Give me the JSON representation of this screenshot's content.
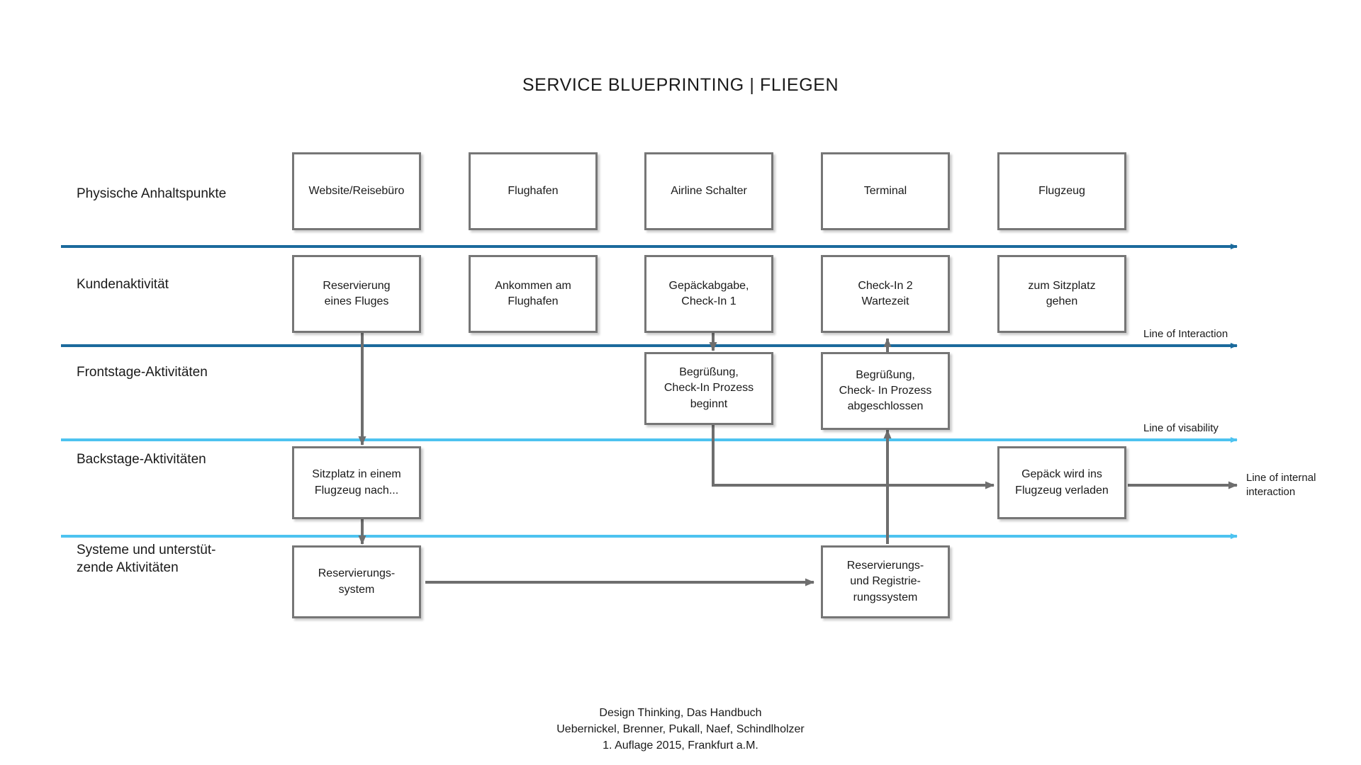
{
  "title": "SERVICE BLUEPRINTING | FLIEGEN",
  "colors": {
    "line_of_interaction": "#1b6a9c",
    "line_of_visibility": "#4dc3f0",
    "line_of_internal_interaction": "#6e6e6e",
    "box_border": "#767676",
    "connector": "#6e6e6e",
    "text": "#1a1a1a",
    "background": "#ffffff"
  },
  "rows": [
    {
      "id": "physical-evidence",
      "label": "Physische Anhaltspunkte"
    },
    {
      "id": "customer-activity",
      "label": "Kundenaktivität"
    },
    {
      "id": "frontstage",
      "label": "Frontstage-Aktivitäten"
    },
    {
      "id": "backstage",
      "label": "Backstage-Aktivitäten"
    },
    {
      "id": "support-systems",
      "label": "Systeme und unterstüt-\nzende Aktivitäten"
    }
  ],
  "nodes": {
    "physical": [
      {
        "id": "website-reisebuero",
        "text": "Website/Reisebüro"
      },
      {
        "id": "flughafen",
        "text": "Flughafen"
      },
      {
        "id": "airline-schalter",
        "text": "Airline Schalter"
      },
      {
        "id": "terminal",
        "text": "Terminal"
      },
      {
        "id": "flugzeug",
        "text": "Flugzeug"
      }
    ],
    "customer": [
      {
        "id": "reservierung-eines-fluges",
        "text": "Reservierung\neines Fluges"
      },
      {
        "id": "ankommen-am-flughafen",
        "text": "Ankommen am\nFlughafen"
      },
      {
        "id": "gepaeckabgabe-checkin-1",
        "text": "Gepäckabgabe,\nCheck-In 1"
      },
      {
        "id": "checkin-2-wartezeit",
        "text": "Check-In 2\nWartezeit"
      },
      {
        "id": "zum-sitzplatz-gehen",
        "text": "zum Sitzplatz\ngehen"
      }
    ],
    "frontstage": [
      {
        "id": "begruessung-checkin-beginnt",
        "text": "Begrüßung,\nCheck-In Prozess\nbeginnt"
      },
      {
        "id": "begruessung-checkin-abgeschlossen",
        "text": "Begrüßung,\nCheck- In Prozess\nabgeschlossen"
      }
    ],
    "backstage": [
      {
        "id": "sitzplatz-in-einem-flugzeug",
        "text": "Sitzplatz in einem\nFlugzeug nach..."
      },
      {
        "id": "gepaeck-wird-verladen",
        "text": "Gepäck wird ins\nFlugzeug verladen"
      }
    ],
    "systems": [
      {
        "id": "reservierungssystem",
        "text": "Reservierungs-\nsystem"
      },
      {
        "id": "reservierungs-und-registrierungssystem",
        "text": "Reservierungs-\nund Registrie-\nrungssystem"
      }
    ]
  },
  "lines": [
    {
      "id": "top-divider",
      "label": ""
    },
    {
      "id": "line-of-interaction",
      "label": "Line of Interaction"
    },
    {
      "id": "line-of-visibility",
      "label": "Line of visability"
    },
    {
      "id": "line-of-internal-interaction",
      "label": "Line of internal\ninteraction"
    }
  ],
  "footer": "Design Thinking, Das Handbuch\nUebernickel, Brenner, Pukall, Naef, Schindlholzer\n1. Auflage 2015, Frankfurt a.M."
}
